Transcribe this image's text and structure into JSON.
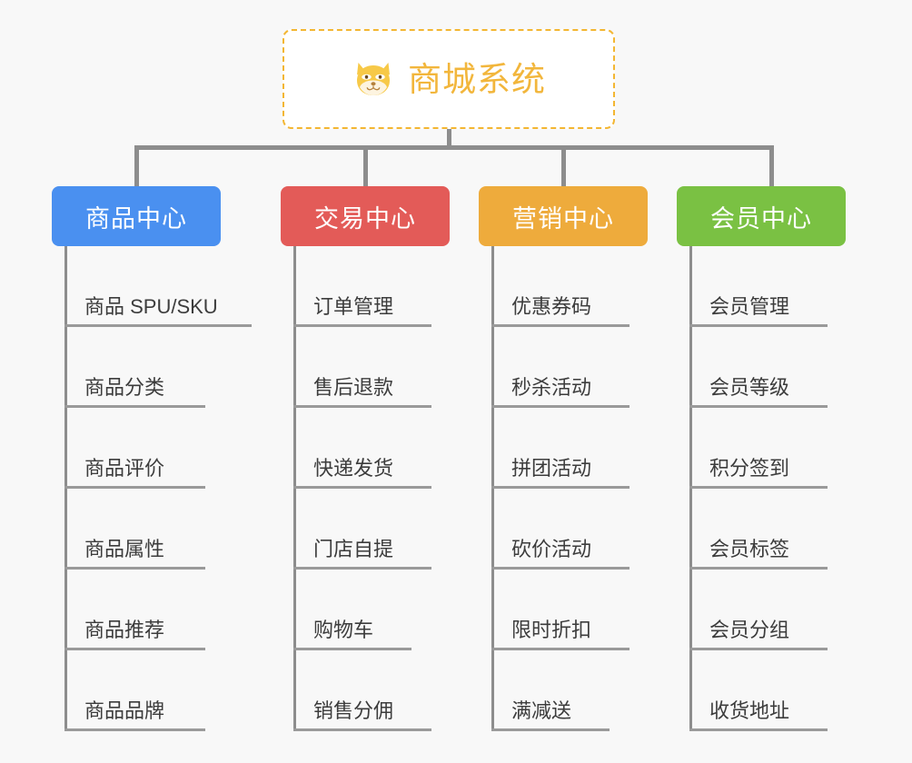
{
  "root": {
    "title": "商城系统",
    "logo_icon": "shiba-dog-face-icon",
    "border_color": "#f3b632",
    "text_color": "#f2b63c"
  },
  "canvas": {
    "background_color": "#f8f8f8",
    "connector_color": "#8d8d8d"
  },
  "branches": [
    {
      "title": "商品中心",
      "color": "#4a90f0",
      "leaves": [
        "商品 SPU/SKU",
        "商品分类",
        "商品评价",
        "商品属性",
        "商品推荐",
        "商品品牌"
      ]
    },
    {
      "title": "交易中心",
      "color": "#e35b58",
      "leaves": [
        "订单管理",
        "售后退款",
        "快递发货",
        "门店自提",
        "购物车",
        "销售分佣"
      ]
    },
    {
      "title": "营销中心",
      "color": "#eeab3c",
      "leaves": [
        "优惠券码",
        "秒杀活动",
        "拼团活动",
        "砍价活动",
        "限时折扣",
        "满减送"
      ]
    },
    {
      "title": "会员中心",
      "color": "#7ac143",
      "leaves": [
        "会员管理",
        "会员等级",
        "积分签到",
        "会员标签",
        "会员分组",
        "收货地址"
      ]
    }
  ]
}
